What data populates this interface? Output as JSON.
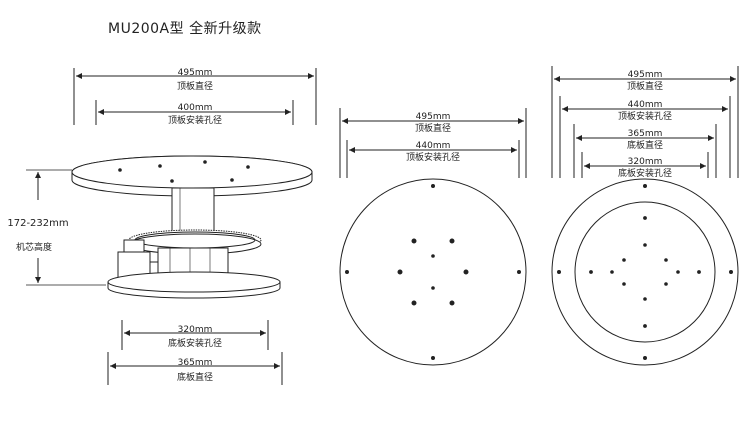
{
  "title": "MU200A型 全新升级款",
  "side_view": {
    "top_plate_diameter": {
      "value": "495mm",
      "label": "顶板直径"
    },
    "top_plate_holes": {
      "value": "400mm",
      "label": "顶板安装孔径"
    },
    "height": {
      "value": "172-232mm",
      "label": "机芯高度"
    },
    "base_holes": {
      "value": "320mm",
      "label": "底板安装孔径"
    },
    "base_diameter": {
      "value": "365mm",
      "label": "底板直径"
    }
  },
  "top_view": {
    "diameter": {
      "value": "495mm",
      "label": "顶板直径"
    },
    "holes": {
      "value": "440mm",
      "label": "顶板安装孔径"
    }
  },
  "bottom_view": {
    "top_diameter": {
      "value": "495mm",
      "label": "顶板直径"
    },
    "top_holes": {
      "value": "440mm",
      "label": "顶板安装孔径"
    },
    "base_diameter": {
      "value": "365mm",
      "label": "底板直径"
    },
    "base_holes": {
      "value": "320mm",
      "label": "底板安装孔径"
    }
  }
}
